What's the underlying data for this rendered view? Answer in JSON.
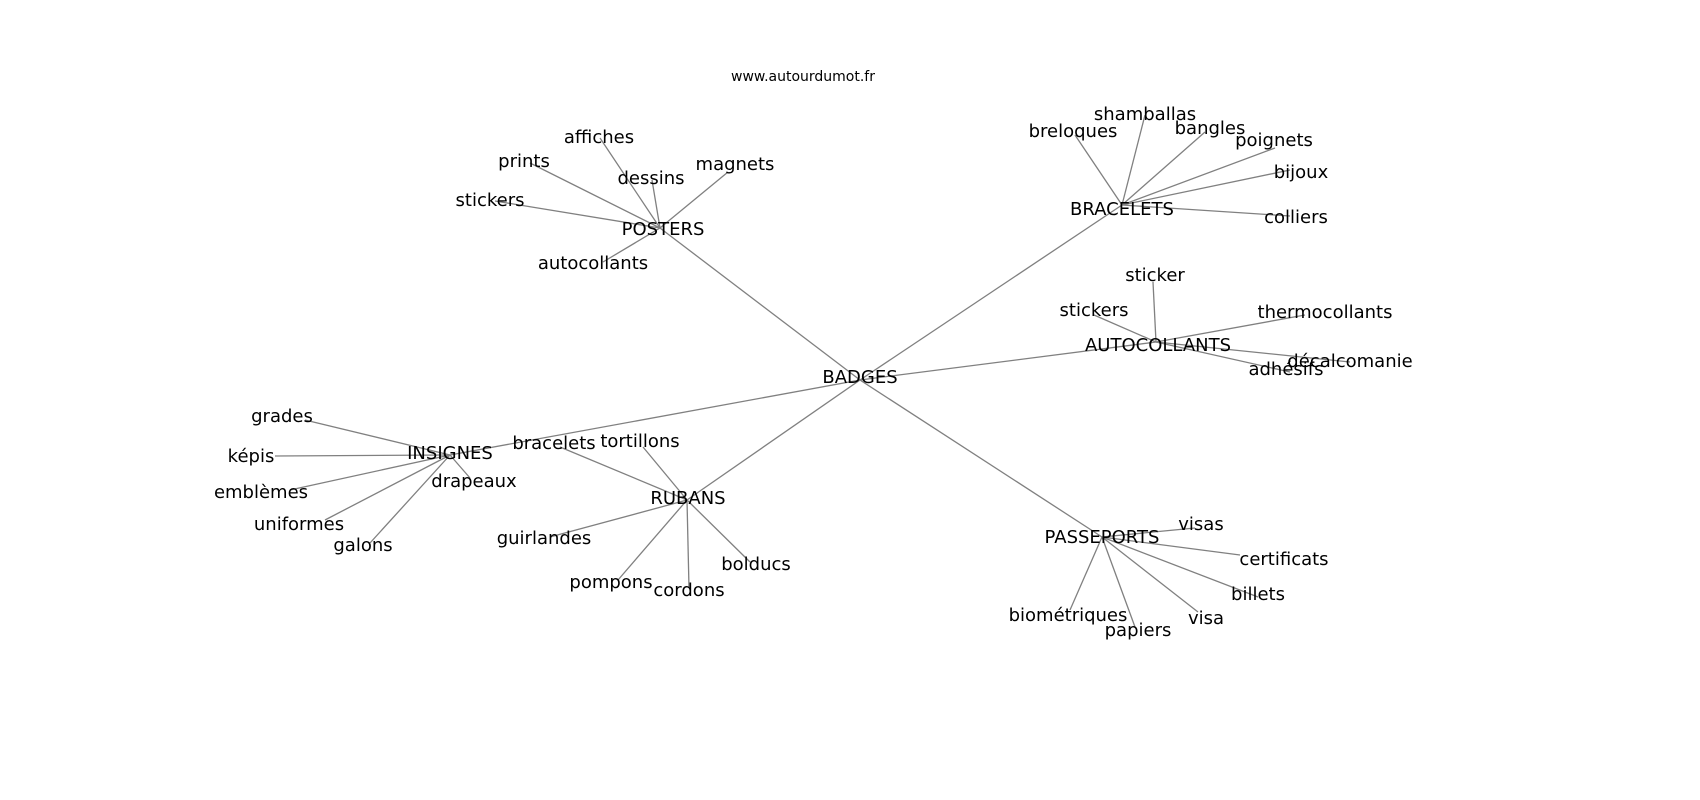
{
  "title": "www.autourdumot.fr",
  "center": "BADGES",
  "groups": [
    {
      "label": "POSTERS",
      "children": [
        "affiches",
        "prints",
        "dessins",
        "magnets",
        "stickers",
        "autocollants"
      ]
    },
    {
      "label": "BRACELETS",
      "children": [
        "shamballas",
        "breloques",
        "bangles",
        "poignets",
        "bijoux",
        "colliers"
      ]
    },
    {
      "label": "AUTOCOLLANTS",
      "children": [
        "sticker",
        "stickers",
        "thermocollants",
        "décalcomanie",
        "adhésifs"
      ]
    },
    {
      "label": "INSIGNES",
      "children": [
        "grades",
        "képis",
        "emblèmes",
        "uniformes",
        "galons",
        "drapeaux"
      ]
    },
    {
      "label": "RUBANS",
      "children": [
        "bracelets",
        "tortillons",
        "guirlandes",
        "pompons",
        "cordons",
        "bolducs"
      ]
    },
    {
      "label": "PASSEPORTS",
      "children": [
        "visas",
        "certificats",
        "billets",
        "visa",
        "papiers",
        "biométriques"
      ]
    }
  ]
}
